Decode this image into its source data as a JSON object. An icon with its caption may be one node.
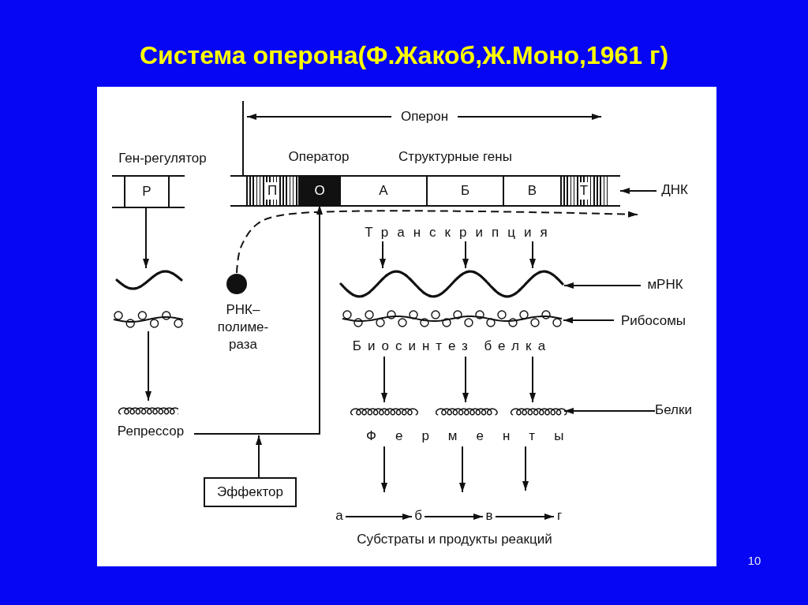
{
  "diagram": {
    "title": "Система оперона(Ф.Жакоб,Ж.Моно,1961 г)",
    "nodes": [
      {
        "text": [
          "Ген-регулятор",
          "Р"
        ]
      },
      {
        "text": [],
        "shape": "picture"
      },
      {
        "text": [],
        "shape": "picture"
      },
      {
        "text": [
          "Репрессор"
        ]
      },
      {
        "text": [
          "Эффектор"
        ]
      },
      {
        "text": [
          "РНК–полиме- раза"
        ]
      },
      {
        "text": [],
        "shape": "bar"
      },
      {
        "text": [
          "П"
        ],
        "in": 6
      },
      {
        "text": [
          "О"
        ],
        "in": 6
      },
      {
        "text": [
          "А"
        ],
        "in": 6
      },
      {
        "text": [
          "Б"
        ],
        "in": 6
      },
      {
        "text": [
          "В"
        ],
        "in": 6
      },
      {
        "text": [
          "Т"
        ],
        "in": 6
      },
      {
        "text": [
          "ДНК"
        ]
      },
      {
        "text": [],
        "shape": "picture"
      },
      {
        "text": [
          "мРНК"
        ]
      },
      {
        "text": [
          "Биосинтез белка"
        ]
      },
      {
        "text": [
          "Рибосомы"
        ]
      },
      {
        "text": [],
        "shape": "picture"
      },
      {
        "text": [],
        "shape": "picture"
      },
      {
        "text": [],
        "shape": "picture"
      },
      {
        "text": [
          "Белки"
        ]
      },
      {
        "text": [
          "Ферменты"
        ]
      },
      {
        "text": [
          "а"
        ]
      },
      {
        "text": [
          "б"
        ]
      },
      {
        "text": [
          "в"
        ]
      },
      {
        "text": [
          "г"
        ]
      },
      {
        "text": [
          "Транскрипция"
        ]
      }
    ],
    "edges": [
      {
        "from": 0,
        "to": 1,
        "arrow": "to"
      },
      {
        "from": 2,
        "to": 3,
        "arrow": "to"
      },
      {
        "from": 3,
        "to": 8,
        "arrow": "to"
      },
      {
        "from": 4,
        "to": null,
        "arrow": "to"
      },
      {
        "from": 5,
        "to": 6,
        "arrow": "to",
        "style": "dashed"
      },
      {
        "from": 27,
        "to": 14,
        "arrow": "to"
      },
      {
        "from": 27,
        "to": 14,
        "arrow": "to"
      },
      {
        "from": 27,
        "to": 14,
        "arrow": "to"
      },
      {
        "from": 13,
        "to": 6,
        "arrow": "to"
      },
      {
        "from": 15,
        "to": 14,
        "arrow": "to"
      },
      {
        "from": 17,
        "to": 16,
        "arrow": "to"
      },
      {
        "from": 21,
        "to": 20,
        "arrow": "to"
      },
      {
        "from": 16,
        "to": 18,
        "arrow": "to"
      },
      {
        "from": 16,
        "to": 19,
        "arrow": "to"
      },
      {
        "from": 16,
        "to": 20,
        "arrow": "to"
      },
      {
        "from": 22,
        "to": null,
        "arrow": "to"
      },
      {
        "from": 22,
        "to": null,
        "arrow": "to"
      },
      {
        "from": 22,
        "to": null,
        "arrow": "to"
      },
      {
        "from": 23,
        "to": 24,
        "arrow": "to"
      },
      {
        "from": 24,
        "to": 25,
        "arrow": "to"
      },
      {
        "from": 25,
        "to": 26,
        "arrow": "to"
      }
    ],
    "labels": [
      "Оперон",
      "Оператор",
      "Структурные гены",
      "Субстраты и продукты реакций",
      "10"
    ]
  }
}
